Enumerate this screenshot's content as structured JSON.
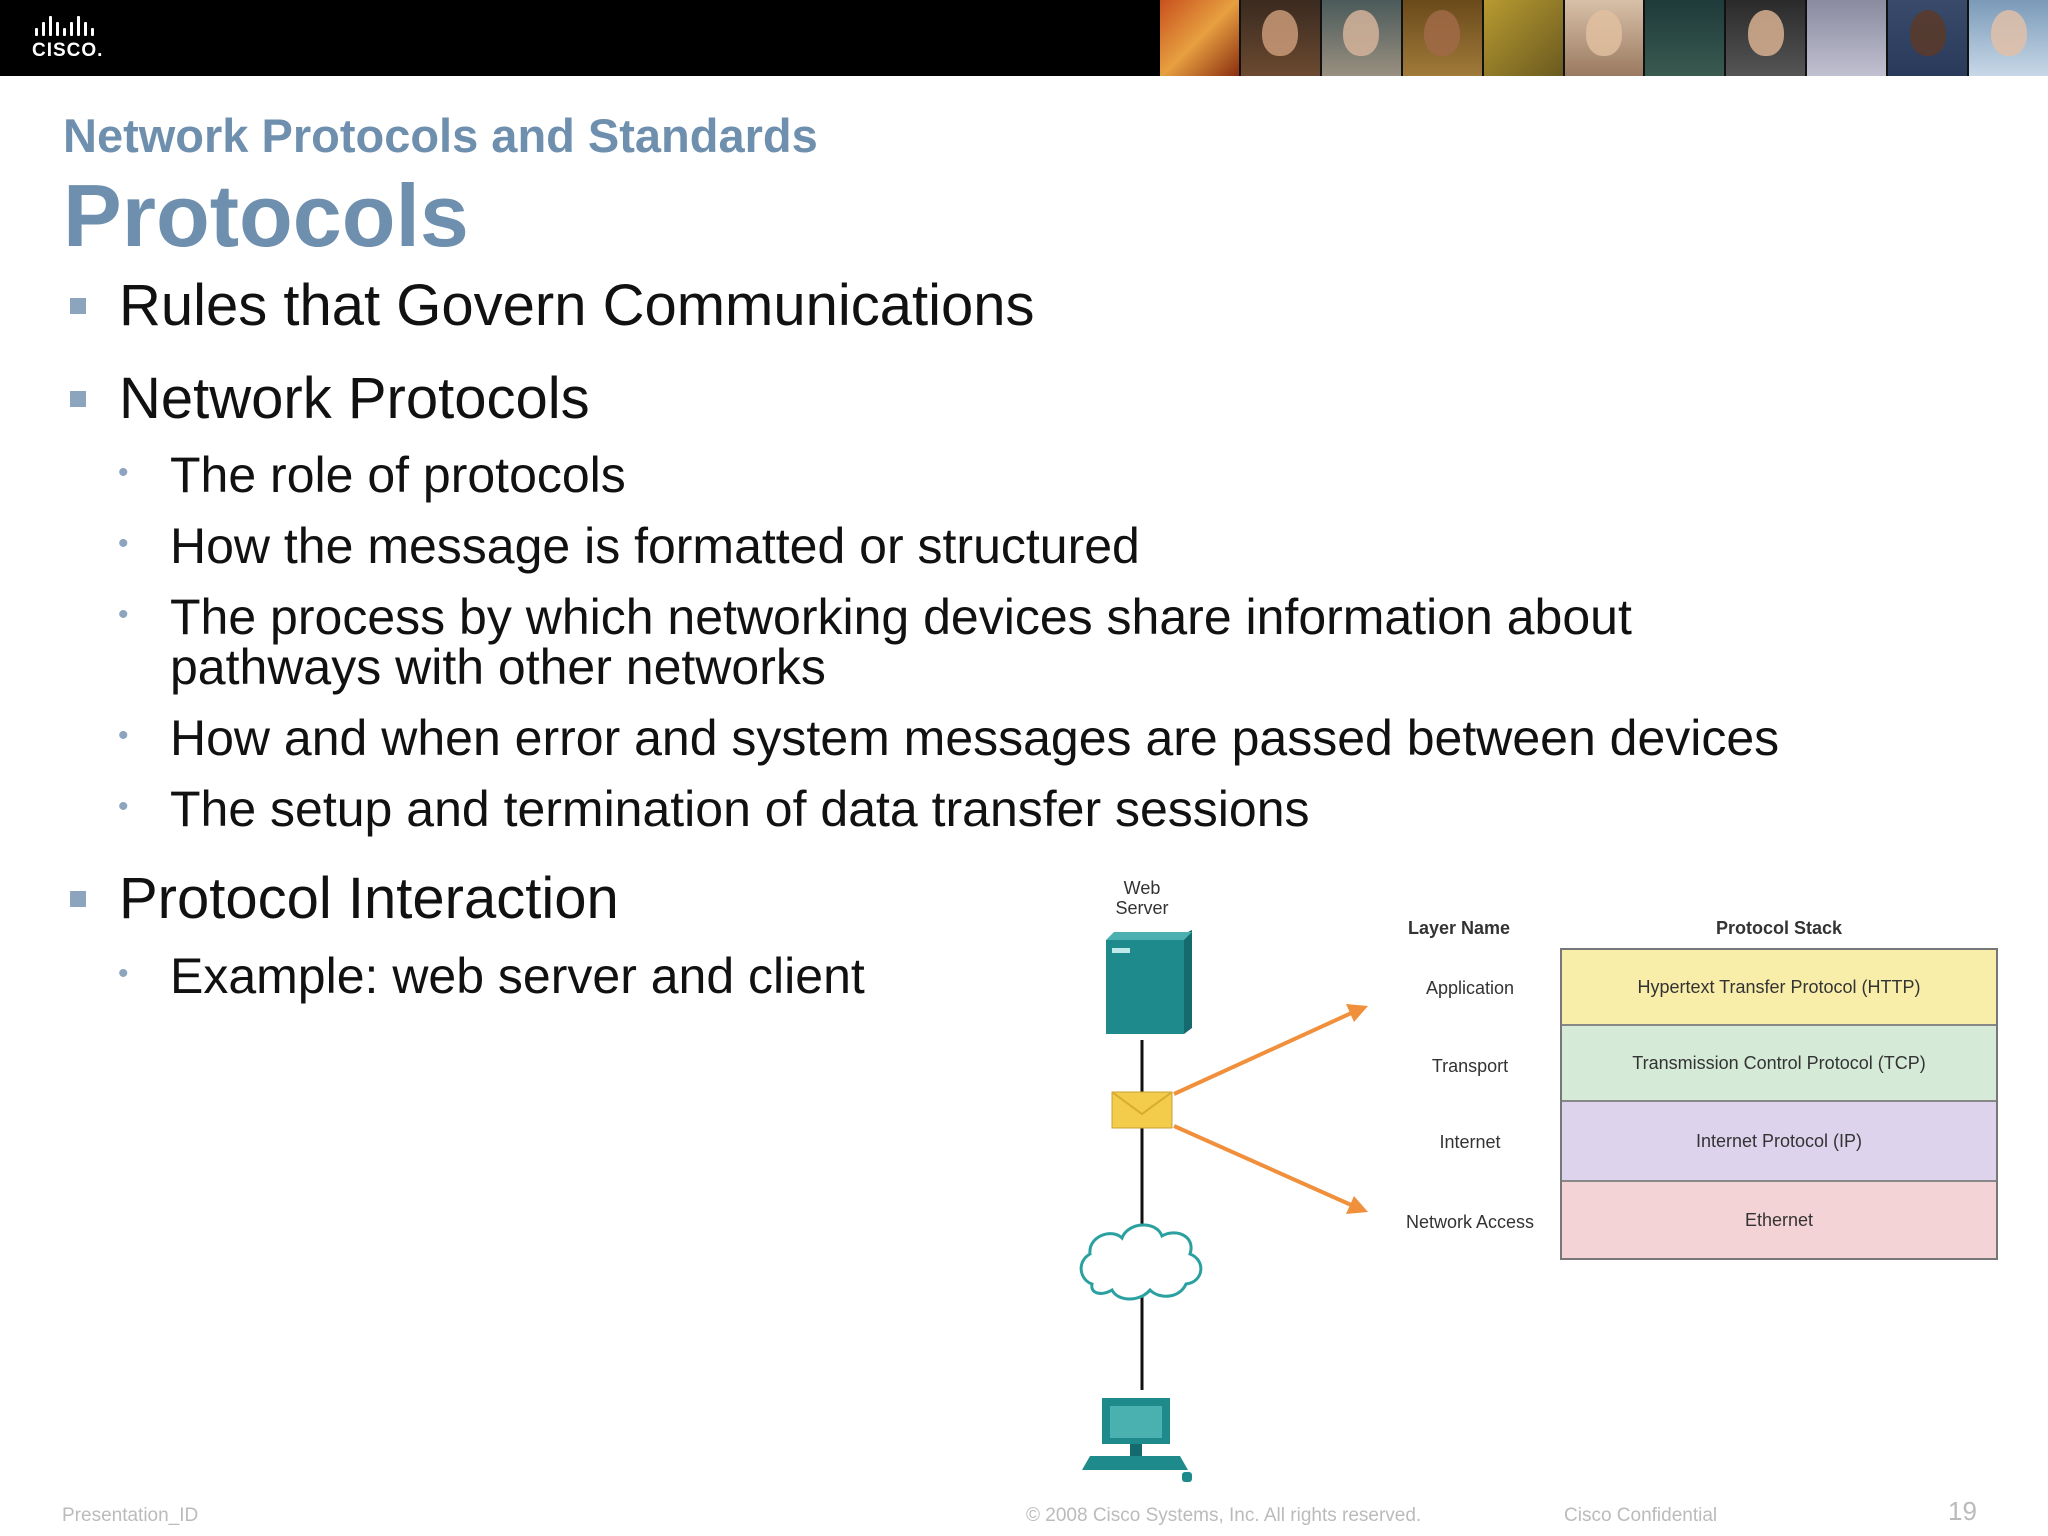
{
  "header": {
    "logo_text": "CISCO."
  },
  "slide": {
    "subtitle": "Network Protocols and Standards",
    "title": "Protocols"
  },
  "bullets": {
    "b1": "Rules that Govern Communications",
    "b2": "Network Protocols",
    "b2_sub": [
      "The role of protocols",
      "How the message is formatted or structured",
      "The process by which networking devices share information about",
      "pathways with other networks",
      "How and when error and system messages are passed between devices",
      "The setup and termination of data transfer sessions"
    ],
    "b3": "Protocol Interaction",
    "b3_sub": [
      "Example: web server and client"
    ]
  },
  "diagram": {
    "web_server_label_1": "Web",
    "web_server_label_2": "Server",
    "layer_name_header": "Layer Name",
    "protocol_stack_header": "Protocol Stack",
    "layers": [
      {
        "name": "Application",
        "protocol": "Hypertext Transfer Protocol (HTTP)",
        "color": "#f8eeaa"
      },
      {
        "name": "Transport",
        "protocol": "Transmission Control Protocol (TCP)",
        "color": "#d6ead8"
      },
      {
        "name": "Internet",
        "protocol": "Internet Protocol (IP)",
        "color": "#ddd3ec"
      },
      {
        "name": "Network Access",
        "protocol": "Ethernet",
        "color": "#f4d3d6"
      }
    ]
  },
  "footer": {
    "presentation_id": "Presentation_ID",
    "copyright": "© 2008 Cisco Systems, Inc. All rights reserved.",
    "confidential": "Cisco Confidential",
    "page_number": "19"
  },
  "colors": {
    "title": "#6f8fae",
    "bullet": "#8ca4be",
    "arrow": "#f0903c",
    "server": "#1e8a8c",
    "envelope": "#f2cc4a"
  }
}
